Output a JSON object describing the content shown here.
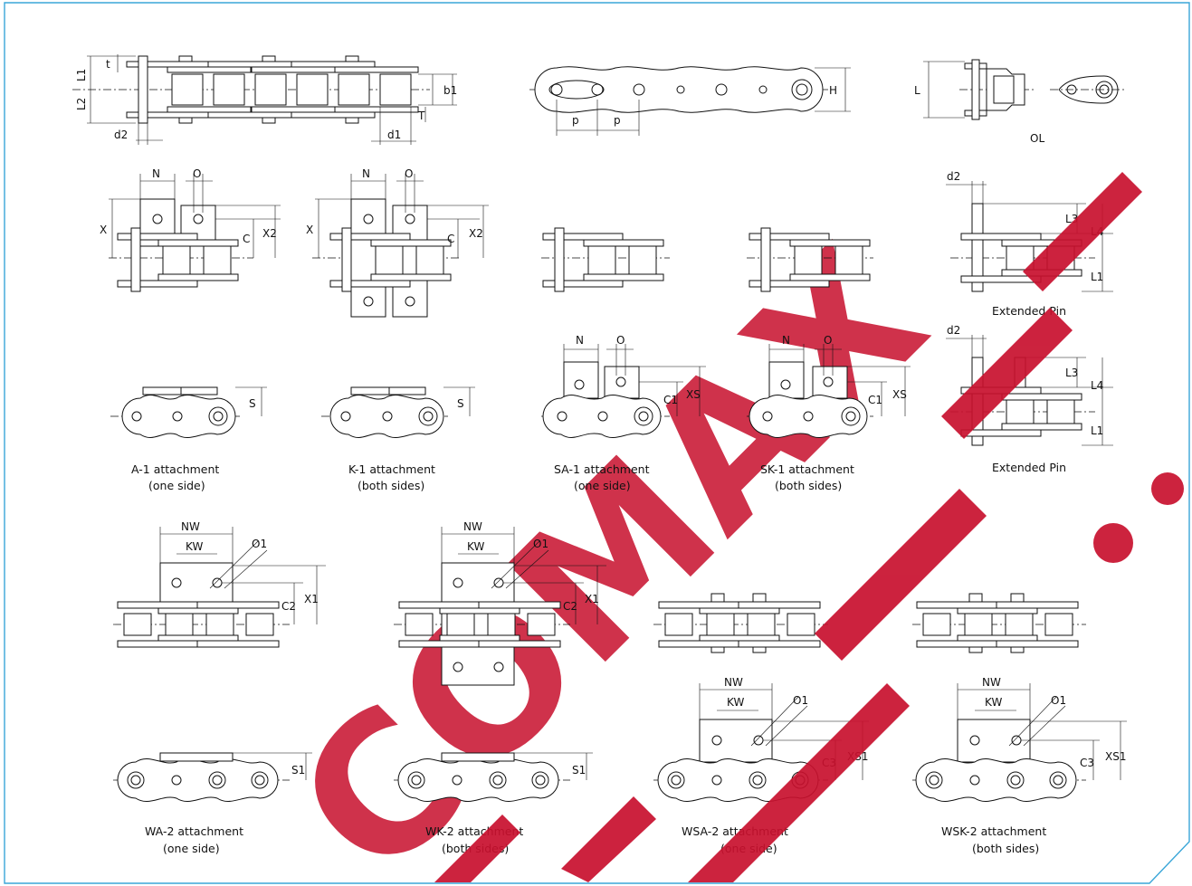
{
  "top": {
    "side_view_labels": [
      "L1",
      "L2",
      "t",
      "b1",
      "T",
      "d2",
      "d1"
    ],
    "plan_view_labels": [
      "p",
      "p",
      "H"
    ],
    "offset_link_labels": [
      "L"
    ],
    "offset_link_caption": "OL"
  },
  "a1": {
    "labels": [
      "N",
      "O",
      "X",
      "C",
      "X2",
      "S"
    ],
    "caption_line1": "A-1 attachment",
    "caption_line2": "(one side)"
  },
  "k1": {
    "labels": [
      "N",
      "O",
      "X",
      "C",
      "X2",
      "S"
    ],
    "caption_line1": "K-1 attachment",
    "caption_line2": "(both sides)"
  },
  "sa1": {
    "labels": [
      "N",
      "O",
      "C1",
      "XS"
    ],
    "caption_line1": "SA-1 attachment",
    "caption_line2": "(one side)"
  },
  "sk1": {
    "labels": [
      "N",
      "O",
      "C1",
      "XS"
    ],
    "caption_line1": "SK-1 attachment",
    "caption_line2": "(both sides)"
  },
  "extended_pin": [
    {
      "labels": [
        "d2",
        "L3",
        "L4",
        "L1"
      ],
      "caption": "Extended Pin"
    },
    {
      "labels": [
        "d2",
        "L3",
        "L4",
        "L1"
      ],
      "caption": "Extended Pin"
    }
  ],
  "wa2": {
    "labels": [
      "NW",
      "KW",
      "O1",
      "C2",
      "X1",
      "S1"
    ],
    "caption_line1": "WA-2 attachment",
    "caption_line2": "(one side)"
  },
  "wk2": {
    "labels": [
      "NW",
      "KW",
      "O1",
      "C2",
      "X1",
      "S1"
    ],
    "caption_line1": "WK-2 attachment",
    "caption_line2": "(both sides)"
  },
  "wsa2": {
    "labels": [
      "NW",
      "KW",
      "O1",
      "C3",
      "XS1"
    ],
    "caption_line1": "WSA-2 attachment",
    "caption_line2": "(one side)"
  },
  "wsk2": {
    "labels": [
      "NW",
      "KW",
      "O1",
      "C3",
      "XS1"
    ],
    "caption_line1": "WSK-2 attachment",
    "caption_line2": "(both sides)"
  },
  "watermark": {
    "text": "COMAX",
    "color": "#c8102e",
    "description_hidden": "diagonal red watermark"
  },
  "colors": {
    "frame": "#3aa6d8",
    "line": "#111111",
    "watermark": "#c8102e"
  }
}
